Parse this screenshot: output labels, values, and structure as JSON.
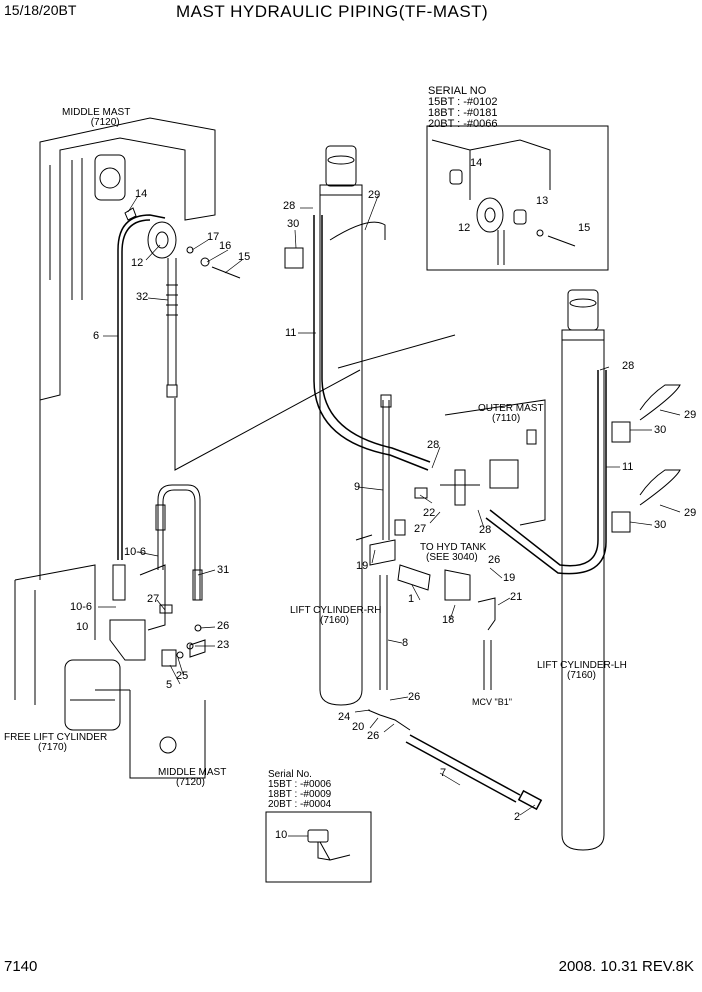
{
  "header": {
    "model": "15/18/20BT",
    "title": "MAST HYDRAULIC PIPING(TF-MAST)"
  },
  "footer": {
    "page_number": "7140",
    "revision": "2008. 10.31  REV.8K"
  },
  "labels": {
    "middle_mast_top": [
      "MIDDLE MAST",
      "(7120)"
    ],
    "middle_mast_bottom": [
      "MIDDLE MAST",
      "(7120)"
    ],
    "free_lift_cylinder": [
      "FREE LIFT CYLINDER",
      "(7170)"
    ],
    "outer_mast": [
      "OUTER MAST",
      "(7110)"
    ],
    "to_hyd_tank": [
      "TO HYD TANK",
      "(SEE 3040)"
    ],
    "lift_cylinder_rh": [
      "LIFT CYLINDER-RH",
      "(7160)"
    ],
    "lift_cylinder_lh": [
      "LIFT CYLINDER-LH",
      "(7160)"
    ],
    "mcv": "MCV \"B1\""
  },
  "serial_box_top": {
    "heading": "SERIAL NO",
    "lines": [
      "15BT : -#0102",
      "18BT : -#0181",
      "20BT : -#0066"
    ]
  },
  "serial_box_bottom": {
    "heading": "Serial No.",
    "lines": [
      "15BT : -#0006",
      "18BT : -#0009",
      "20BT : -#0004"
    ]
  },
  "part_numbers": {
    "n14_top": "14",
    "n13": "13",
    "n12_top": "12",
    "n15_top": "15",
    "n14": "14",
    "n17": "17",
    "n16": "16",
    "n15": "15",
    "n12": "12",
    "n32": "32",
    "n6": "6",
    "n10_6_a": "10-6",
    "n31": "31",
    "n10_6_b": "10-6",
    "n27_left": "27",
    "n10": "10",
    "n26_left": "26",
    "n23": "23",
    "n25": "25",
    "n5": "5",
    "n28_a": "28",
    "n30_a": "30",
    "n29_a": "29",
    "n11_a": "11",
    "n9": "9",
    "n28_b": "28",
    "n22": "22",
    "n27": "27",
    "n28_c": "28",
    "n19_a": "19",
    "n1": "1",
    "n26_a": "26",
    "n19_b": "19",
    "n21": "21",
    "n18": "18",
    "n8": "8",
    "n26_b": "26",
    "n24": "24",
    "n20": "20",
    "n26_c": "26",
    "n7": "7",
    "n2": "2",
    "n28_d": "28",
    "n29_b": "29",
    "n30_b": "30",
    "n11_b": "11",
    "n29_c": "29",
    "n30_c": "30",
    "n10_box": "10"
  }
}
